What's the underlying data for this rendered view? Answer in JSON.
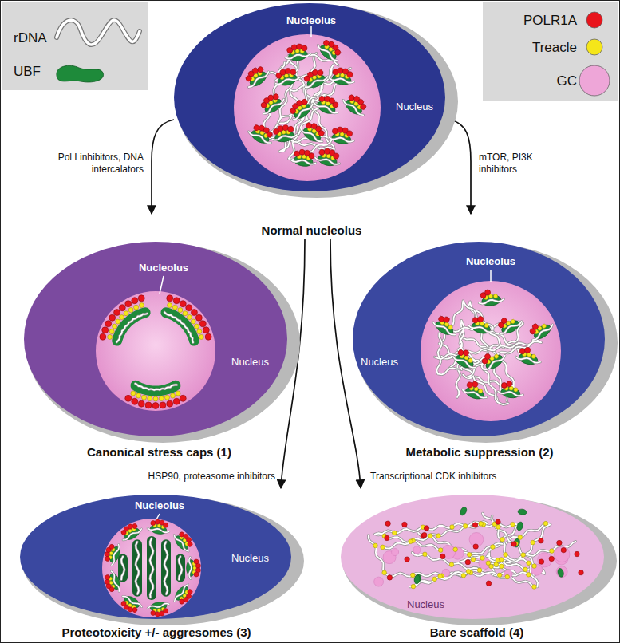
{
  "diagram": {
    "nodes": [
      {
        "text": [
          "Nucleolus",
          "Nucleus",
          "Normal nucleolus"
        ]
      },
      {
        "text": [
          "Nucleolus",
          "Nucleus",
          "Canonical stress caps (1)"
        ]
      },
      {
        "text": [
          "Nucleolus",
          "Nucleus",
          "Metabolic suppression (2)"
        ]
      },
      {
        "text": [
          "Nucleolus",
          "Nucleus",
          "Proteotoxicity +/- aggresomes (3)"
        ]
      },
      {
        "text": [
          "Nucleus",
          "Bare scaffold (4)"
        ]
      }
    ],
    "edges": [
      {
        "from": 0,
        "to": 1,
        "arrow": "to",
        "label": "Pol I inhibitors, DNA intercalators"
      },
      {
        "from": 0,
        "to": 2,
        "arrow": "to",
        "label": "mTOR, PI3K inhibitors"
      },
      {
        "from": 0,
        "to": 3,
        "arrow": "to",
        "label": "HSP90, proteasome inhibitors"
      },
      {
        "from": 0,
        "to": 4,
        "arrow": "to",
        "label": "Transcriptional CDK inhibitors"
      }
    ],
    "legend": [
      {
        "text": "rDNA"
      },
      {
        "text": "UBF",
        "color": "#1e8a3a"
      },
      {
        "text": "POLR1A",
        "color": "#e8141c"
      },
      {
        "text": "Treacle",
        "color": "#f5e61a"
      },
      {
        "text": "GC",
        "color": "#eea6d8"
      }
    ]
  }
}
